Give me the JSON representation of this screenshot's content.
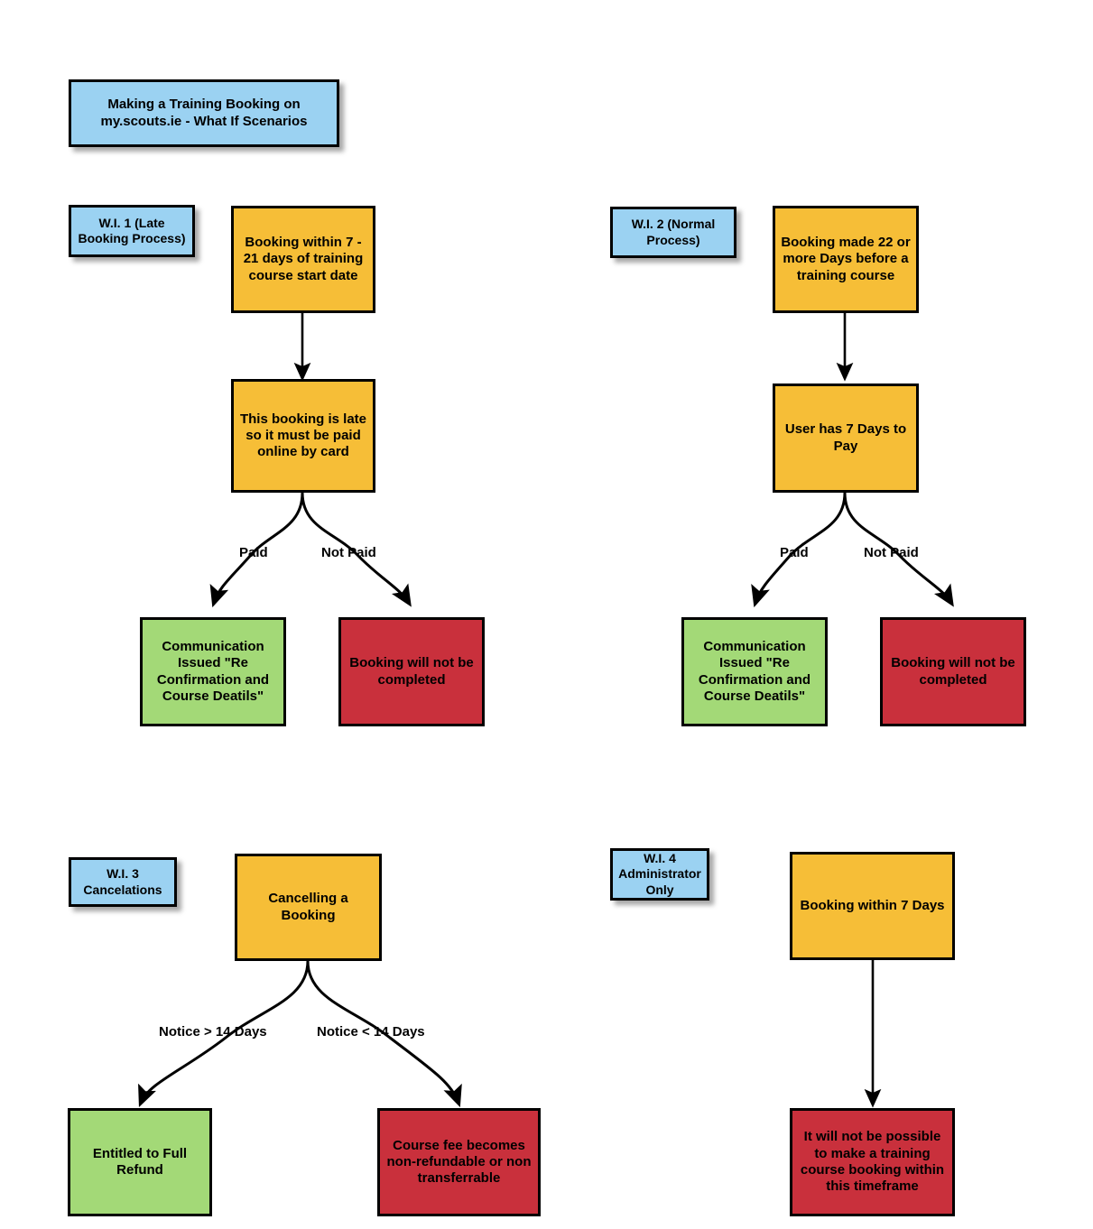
{
  "diagram": {
    "title": "Making a Training Booking on my.scouts.ie - What If Scenarios",
    "background": "#FFFFFF",
    "colors": {
      "label_blue": "#9BD2F2",
      "process_orange": "#F6BE37",
      "outcome_green": "#A3D977",
      "outcome_red": "#C9303C",
      "stroke_black": "#000000"
    }
  },
  "sections": [
    {
      "id": "wi1",
      "label": "W.I. 1 (Late Booking Process)",
      "start": "Booking within 7 - 21 days of training course start date",
      "step": "This booking is late so it must be paid online by card",
      "branch_left_label": "Paid",
      "branch_right_label": "Not Paid",
      "outcome_left": "Communication Issued \"Re Confirmation and Course Deatils\"",
      "outcome_right": "Booking will not be completed"
    },
    {
      "id": "wi2",
      "label": "W.I. 2 (Normal Process)",
      "start": "Booking made 22 or more Days before a training course",
      "step": "User has 7 Days to Pay",
      "branch_left_label": "Paid",
      "branch_right_label": "Not Paid",
      "outcome_left": "Communication Issued \"Re Confirmation and Course Deatils\"",
      "outcome_right": "Booking will not be completed"
    },
    {
      "id": "wi3",
      "label": "W.I. 3 Cancelations",
      "start": "Cancelling a Booking",
      "branch_left_label": "Notice > 14 Days",
      "branch_right_label": "Notice < 14 Days",
      "outcome_left": "Entitled to Full Refund",
      "outcome_right": "Course fee becomes non-refundable or non transferrable"
    },
    {
      "id": "wi4",
      "label": "W.I. 4 Administrator Only",
      "start": "Booking within 7 Days",
      "outcome": "It will not be possible to make a training course booking within this timeframe"
    }
  ]
}
